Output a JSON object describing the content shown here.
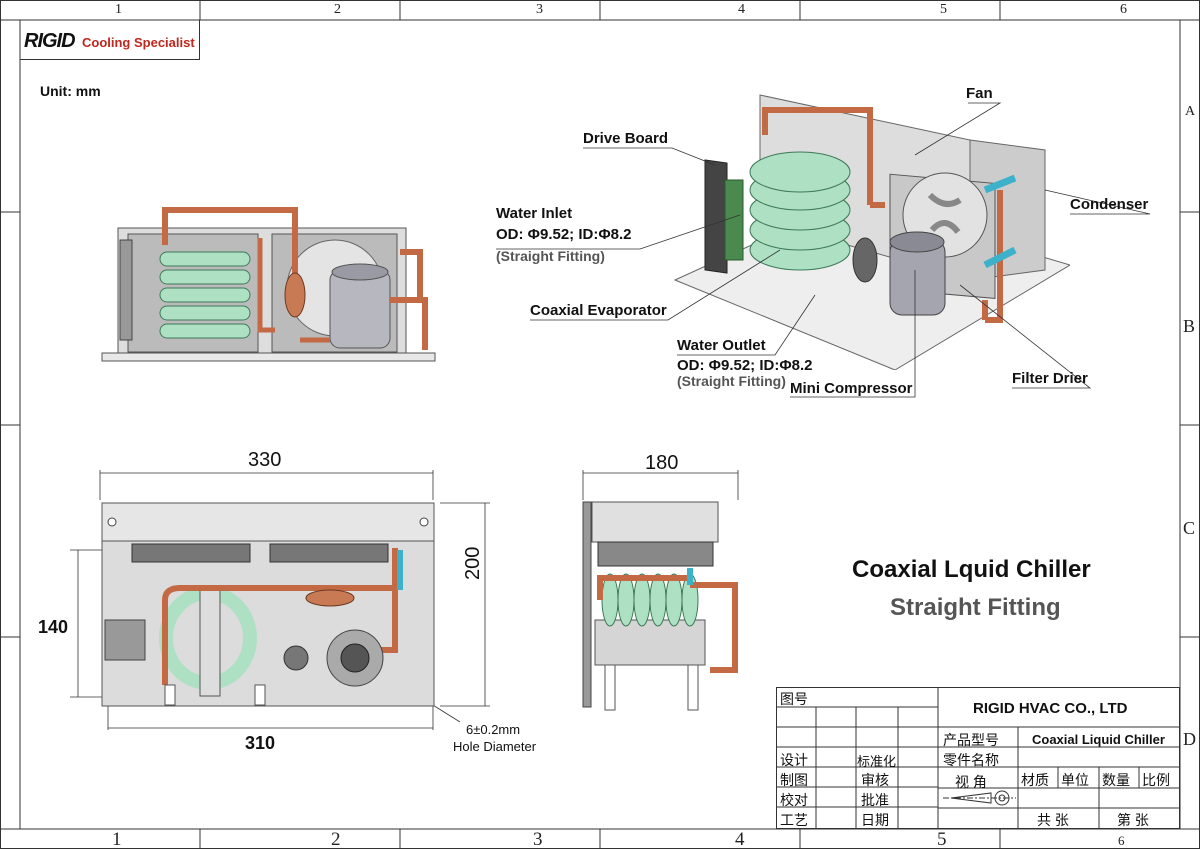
{
  "logo": {
    "brand": "RIGID",
    "tagline": "Cooling Specialist"
  },
  "unit": "Unit: mm",
  "grid": {
    "columns": [
      "1",
      "2",
      "3",
      "4",
      "5",
      "6"
    ],
    "rows": [
      "A",
      "B",
      "C",
      "D"
    ]
  },
  "callouts": {
    "drive_board": "Drive Board",
    "fan": "Fan",
    "condenser": "Condenser",
    "water_inlet": "Water Inlet",
    "water_inlet_od": "OD: Φ9.52; ID:Φ8.2",
    "water_inlet_fit": "(Straight Fitting)",
    "coaxial_evaporator": "Coaxial Evaporator",
    "water_outlet": "Water Outlet",
    "water_outlet_od": "OD: Φ9.52; ID:Φ8.2",
    "water_outlet_fit": "(Straight Fitting)",
    "mini_compressor": "Mini Compressor",
    "filter_drier": "Filter Drier"
  },
  "dimensions": {
    "width_top": "330",
    "width_bottom": "310",
    "height_left": "140",
    "height_right": "200",
    "side_width": "180",
    "hole": "6±0.2mm",
    "hole_label": "Hole Diameter"
  },
  "product": {
    "title": "Coaxial Lquid Chiller",
    "subtitle": "Straight Fitting"
  },
  "title_block": {
    "drawing_no": "图号",
    "company": "RIGID HVAC CO., LTD",
    "model_label": "产品型号",
    "part_label": "零件名称",
    "model_value": "Coaxial Liquid Chiller",
    "design": "设计",
    "standard": "标准化",
    "drafting": "制图",
    "review": "审核",
    "check": "校对",
    "approve": "批准",
    "process": "工艺",
    "date": "日期",
    "view_angle": "视 角",
    "material": "材质",
    "unit": "单位",
    "quantity": "数量",
    "scale": "比例",
    "total_sheets": "共 张",
    "sheet_no": "第 张"
  }
}
